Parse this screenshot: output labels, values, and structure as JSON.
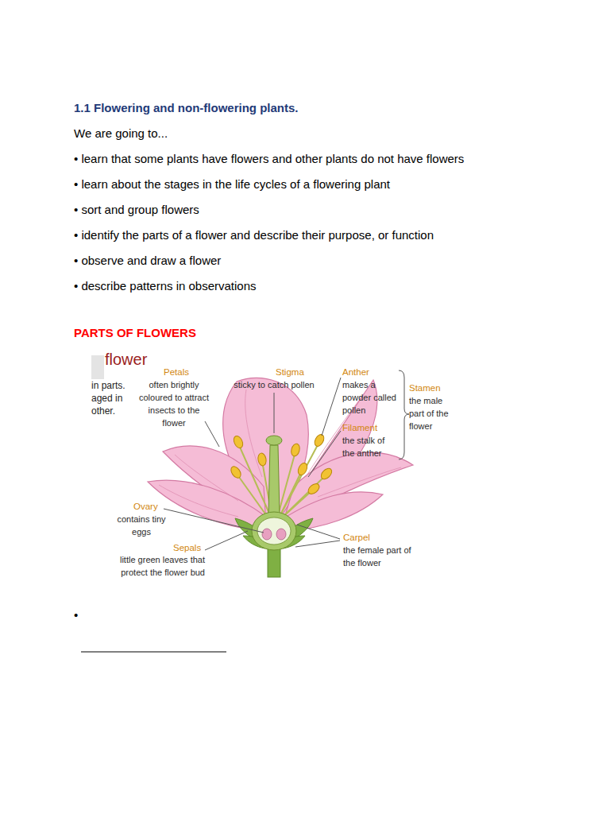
{
  "diagram": {
    "title": "1.1 Flowering and non-flowering plants.",
    "labels": [
      "We are going to...",
      "• learn that some plants have flowers and other plants do not have flowers",
      "• learn about the stages in the life cycles of a flowering plant",
      "• sort and group flowers",
      "• identify the parts of a flower and describe their purpose, or function",
      "• observe and draw a flower",
      "• describe patterns in observations",
      "PARTS OF FLOWERS",
      "flower",
      "in parts.",
      "aged in",
      "other.",
      "Petals",
      "often brightly coloured to attract insects to the flower",
      "Stigma",
      "sticky to catch pollen",
      "Anther",
      "makes a powder called pollen",
      "Filament",
      "the stalk of the anther",
      "Stamen",
      "the male part of the flower",
      "Ovary",
      "contains tiny eggs",
      "Carpel",
      "the female part of the flower",
      "Sepals",
      "little green leaves that protect the flower bud",
      "•"
    ]
  }
}
